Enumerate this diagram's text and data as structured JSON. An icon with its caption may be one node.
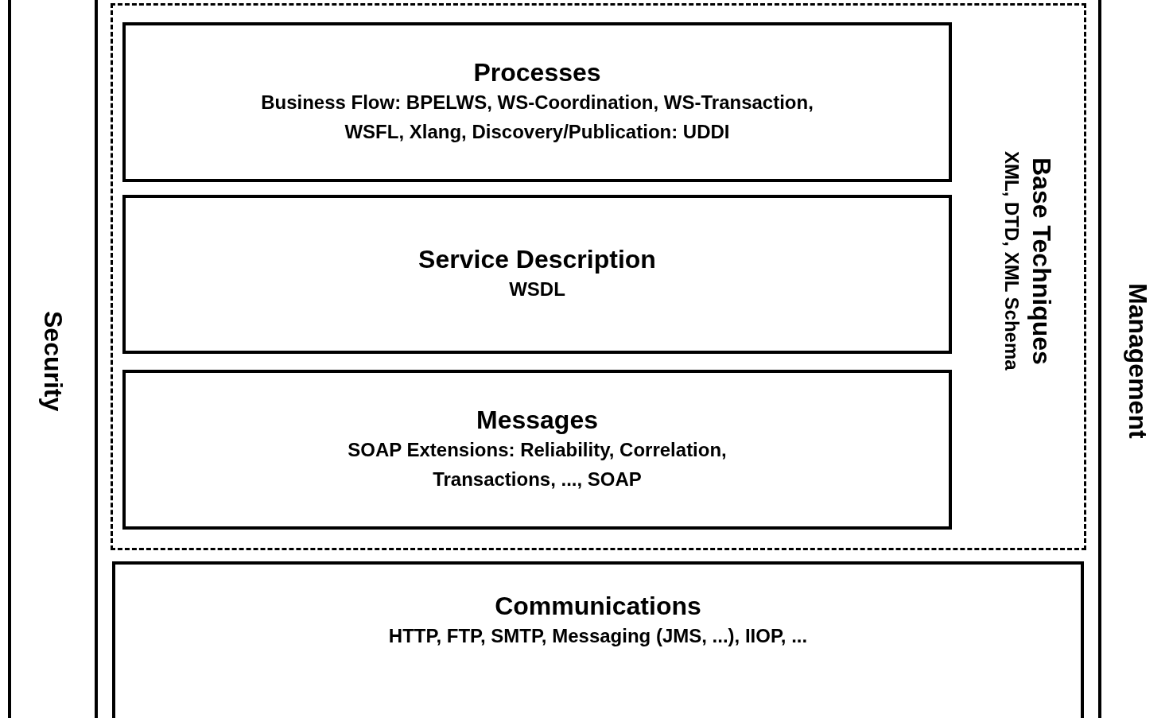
{
  "diagram": {
    "nodes": [
      {
        "text": [
          "Security"
        ]
      },
      {
        "text": [
          "Base Techniques",
          "XML, DTD, XML Schema"
        ]
      },
      {
        "text": [
          "Processes",
          "Business Flow: BPELWS, WS-Coordination, WS-Transaction, WSFL, Xlang, Discovery/Publication: UDDI"
        ],
        "in": 1
      },
      {
        "text": [
          "Service Description",
          "WSDL"
        ],
        "in": 1
      },
      {
        "text": [
          "Messages",
          "SOAP Extensions: Reliability, Correlation, Transactions, ..., SOAP"
        ],
        "in": 1
      },
      {
        "text": [
          "Management"
        ]
      },
      {
        "text": [
          "Communications",
          "HTTP, FTP, SMTP, Messaging (JMS, ...), IIOP, ..."
        ]
      }
    ],
    "edges": []
  }
}
